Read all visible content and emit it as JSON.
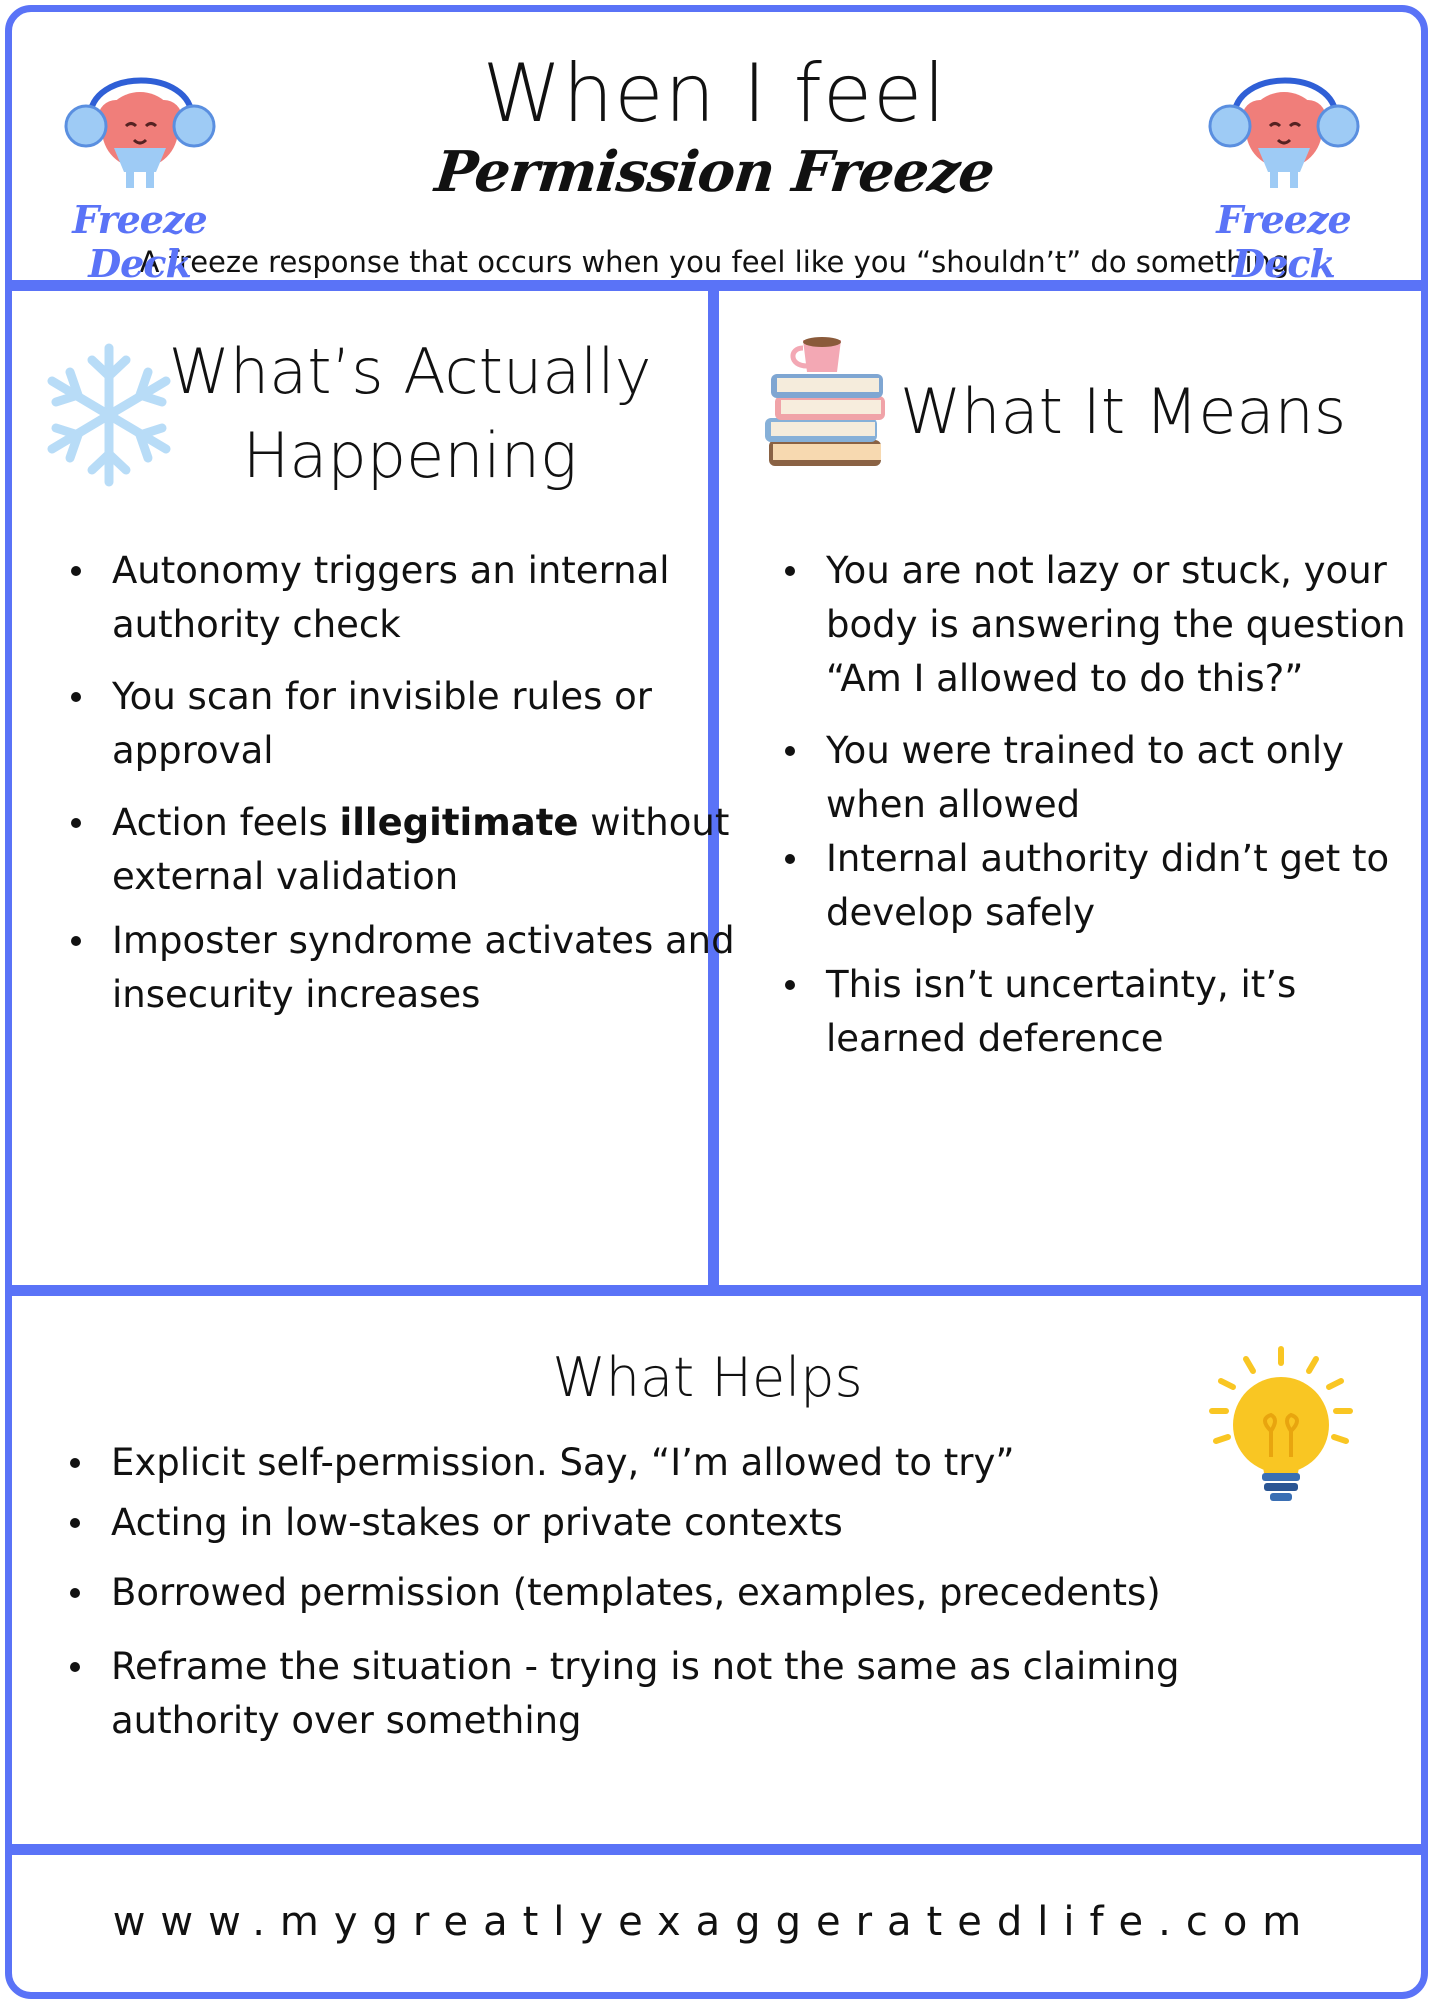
{
  "header": {
    "title": "When I feel",
    "subtitle": "Permission Freeze",
    "description": "A freeze response that occurs when you feel like you “shouldn’t” do something",
    "logo_text": "Freeze Deck"
  },
  "actually_happening": {
    "heading_line1": "What’s Actually",
    "heading_line2": "Happening",
    "items": [
      {
        "before": "Autonomy triggers an internal authority check",
        "bold": "",
        "after": ""
      },
      {
        "before": "You scan for invisible rules or approval",
        "bold": "",
        "after": ""
      },
      {
        "before": "Action feels ",
        "bold": "illegitimate",
        "after": " without external validation"
      },
      {
        "before": "Imposter syndrome activates and insecurity increases",
        "bold": "",
        "after": ""
      }
    ]
  },
  "what_it_means": {
    "heading": "What It Means",
    "items": [
      "You are not lazy or stuck, your body is answering the question “Am I allowed to do this?”",
      "You were trained to act only when allowed",
      "Internal authority didn’t get to develop safely",
      "This isn’t uncertainty, it’s learned deference"
    ]
  },
  "what_helps": {
    "heading": "What Helps",
    "items": [
      "Explicit self-permission.  Say, “I’m allowed to try”",
      "Acting in low-stakes or private contexts",
      "Borrowed permission (templates, examples, precedents)",
      "Reframe the situation - trying is not the same as claiming authority over something"
    ]
  },
  "footer": {
    "url": "www.mygreatlyexaggeratedlife.com"
  },
  "colors": {
    "border": "#5a73f7",
    "snowflake": "#b8dcf7",
    "bulb": "#f9c623"
  }
}
